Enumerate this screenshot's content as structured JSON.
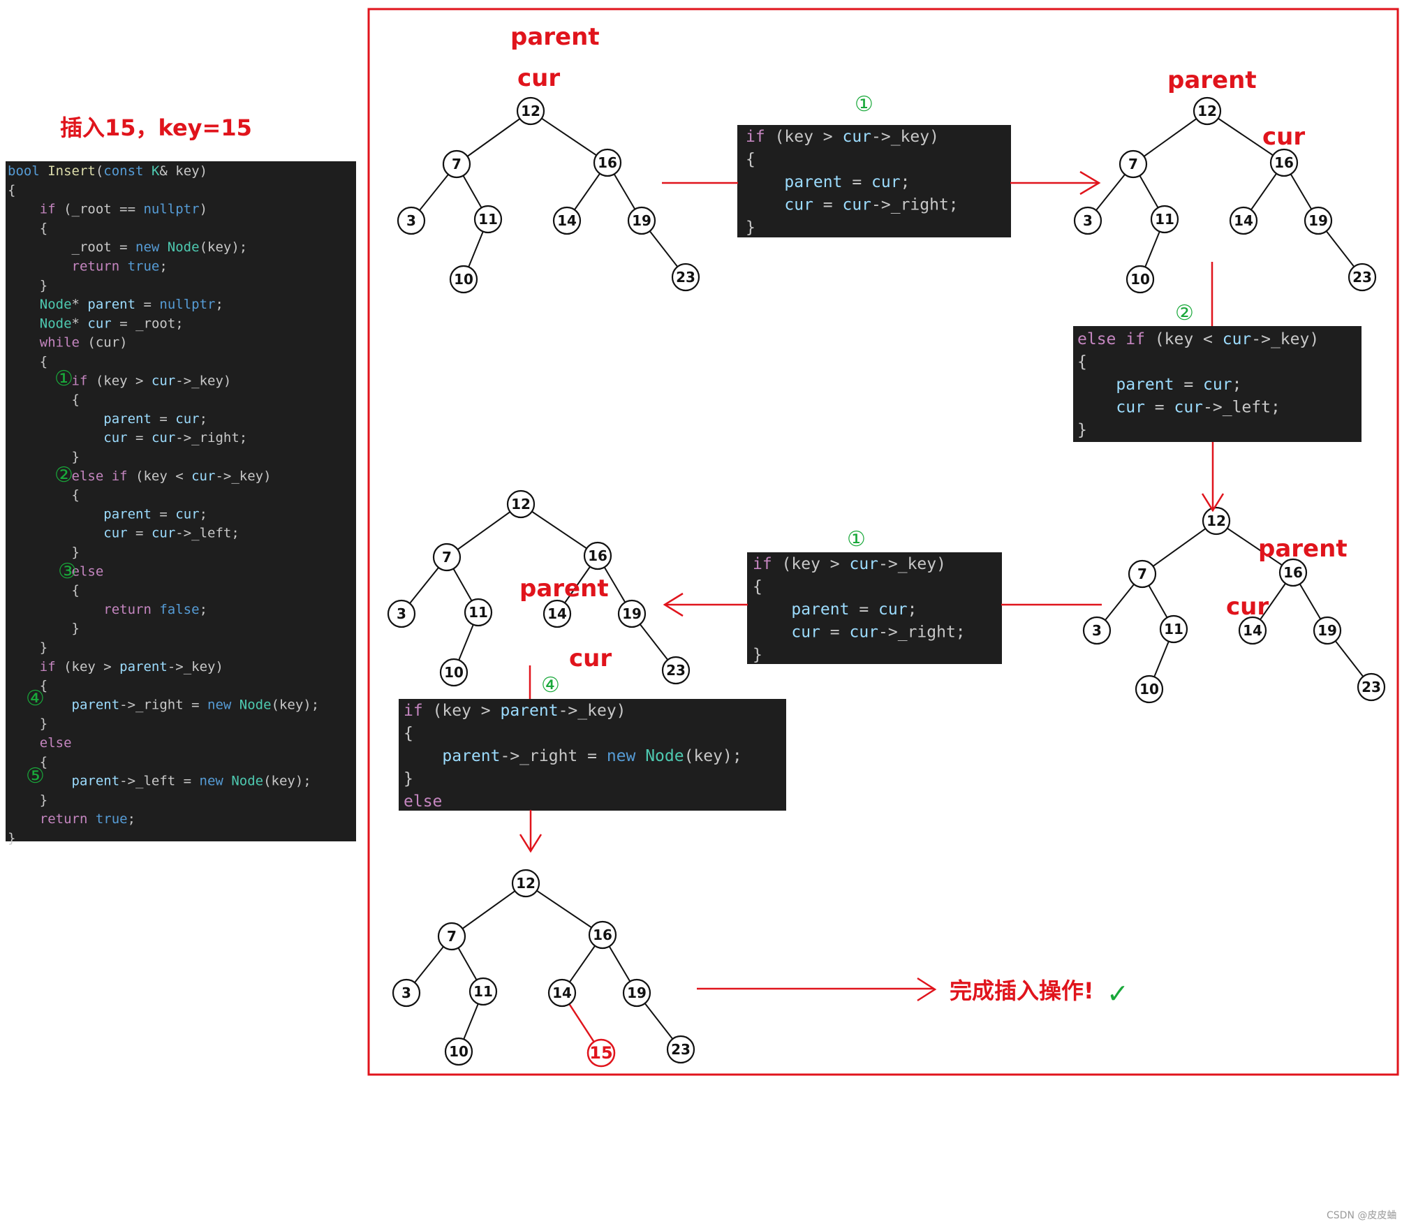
{
  "title": "插入15，key=15",
  "watermark": "CSDN @皮皮蛐",
  "complete_text": "完成插入操作!",
  "check_mark": "✓",
  "colors": {
    "red": "#e0141c",
    "green": "#19a83a",
    "code_bg": "#1e1e1e",
    "keyword": "#c586c0",
    "blue": "#569cd6",
    "type": "#4ec9b0",
    "fn": "#dcdcaa",
    "var": "#9cdcfe",
    "plain": "#c8c8c8"
  },
  "steps": {
    "s1": "①",
    "s2": "②",
    "s3": "③",
    "s4": "④",
    "s5": "⑤"
  },
  "labels": {
    "parent": "parent",
    "cur": "cur"
  },
  "trees": {
    "tree_nodes": [
      "12",
      "7",
      "16",
      "3",
      "11",
      "14",
      "19",
      "10",
      "23"
    ],
    "final_extra_node": "15"
  },
  "main_code": [
    [
      [
        "bool ",
        "blue"
      ],
      [
        "Insert",
        "fn"
      ],
      [
        "(",
        "plain"
      ],
      [
        "const ",
        "blue"
      ],
      [
        "K",
        "type"
      ],
      [
        "& key)",
        "plain"
      ]
    ],
    [
      [
        "{",
        "plain"
      ]
    ],
    [
      [
        "    ",
        "plain"
      ],
      [
        "if ",
        "keyword"
      ],
      [
        "(_root == ",
        "plain"
      ],
      [
        "nullptr",
        "blue"
      ],
      [
        ")",
        "plain"
      ]
    ],
    [
      [
        "    {",
        "plain"
      ]
    ],
    [
      [
        "        _root = ",
        "plain"
      ],
      [
        "new ",
        "blue"
      ],
      [
        "Node",
        "type"
      ],
      [
        "(key);",
        "plain"
      ]
    ],
    [
      [
        "        ",
        "plain"
      ],
      [
        "return ",
        "keyword"
      ],
      [
        "true",
        "blue"
      ],
      [
        ";",
        "plain"
      ]
    ],
    [
      [
        "    }",
        "plain"
      ]
    ],
    [
      [
        "    ",
        "plain"
      ],
      [
        "Node",
        "type"
      ],
      [
        "* ",
        "plain"
      ],
      [
        "parent",
        "var"
      ],
      [
        " = ",
        "plain"
      ],
      [
        "nullptr",
        "blue"
      ],
      [
        ";",
        "plain"
      ]
    ],
    [
      [
        "    ",
        "plain"
      ],
      [
        "Node",
        "type"
      ],
      [
        "* ",
        "plain"
      ],
      [
        "cur",
        "var"
      ],
      [
        " = _root;",
        "plain"
      ]
    ],
    [
      [
        "    ",
        "plain"
      ],
      [
        "while ",
        "keyword"
      ],
      [
        "(cur)",
        "plain"
      ]
    ],
    [
      [
        "    {",
        "plain"
      ]
    ],
    [
      [
        "        ",
        "plain"
      ],
      [
        "if ",
        "keyword"
      ],
      [
        "(key > ",
        "plain"
      ],
      [
        "cur",
        "var"
      ],
      [
        "->_key)",
        "plain"
      ]
    ],
    [
      [
        "        {",
        "plain"
      ]
    ],
    [
      [
        "            ",
        "plain"
      ],
      [
        "parent",
        "var"
      ],
      [
        " = ",
        "plain"
      ],
      [
        "cur",
        "var"
      ],
      [
        ";",
        "plain"
      ]
    ],
    [
      [
        "            ",
        "plain"
      ],
      [
        "cur",
        "var"
      ],
      [
        " = ",
        "plain"
      ],
      [
        "cur",
        "var"
      ],
      [
        "->_right;",
        "plain"
      ]
    ],
    [
      [
        "        }",
        "plain"
      ]
    ],
    [
      [
        "        ",
        "plain"
      ],
      [
        "else if ",
        "keyword"
      ],
      [
        "(key < ",
        "plain"
      ],
      [
        "cur",
        "var"
      ],
      [
        "->_key)",
        "plain"
      ]
    ],
    [
      [
        "        {",
        "plain"
      ]
    ],
    [
      [
        "            ",
        "plain"
      ],
      [
        "parent",
        "var"
      ],
      [
        " = ",
        "plain"
      ],
      [
        "cur",
        "var"
      ],
      [
        ";",
        "plain"
      ]
    ],
    [
      [
        "            ",
        "plain"
      ],
      [
        "cur",
        "var"
      ],
      [
        " = ",
        "plain"
      ],
      [
        "cur",
        "var"
      ],
      [
        "->_left;",
        "plain"
      ]
    ],
    [
      [
        "        }",
        "plain"
      ]
    ],
    [
      [
        "        ",
        "plain"
      ],
      [
        "else",
        "keyword"
      ]
    ],
    [
      [
        "        {",
        "plain"
      ]
    ],
    [
      [
        "            ",
        "plain"
      ],
      [
        "return ",
        "keyword"
      ],
      [
        "false",
        "blue"
      ],
      [
        ";",
        "plain"
      ]
    ],
    [
      [
        "        }",
        "plain"
      ]
    ],
    [
      [
        "    }",
        "plain"
      ]
    ],
    [
      [
        "    ",
        "plain"
      ],
      [
        "if ",
        "keyword"
      ],
      [
        "(key > ",
        "plain"
      ],
      [
        "parent",
        "var"
      ],
      [
        "->_key)",
        "plain"
      ]
    ],
    [
      [
        "    {",
        "plain"
      ]
    ],
    [
      [
        "        ",
        "plain"
      ],
      [
        "parent",
        "var"
      ],
      [
        "->_right = ",
        "plain"
      ],
      [
        "new ",
        "blue"
      ],
      [
        "Node",
        "type"
      ],
      [
        "(key);",
        "plain"
      ]
    ],
    [
      [
        "    }",
        "plain"
      ]
    ],
    [
      [
        "    ",
        "plain"
      ],
      [
        "else",
        "keyword"
      ]
    ],
    [
      [
        "    {",
        "plain"
      ]
    ],
    [
      [
        "        ",
        "plain"
      ],
      [
        "parent",
        "var"
      ],
      [
        "->_left = ",
        "plain"
      ],
      [
        "new ",
        "blue"
      ],
      [
        "Node",
        "type"
      ],
      [
        "(key);",
        "plain"
      ]
    ],
    [
      [
        "    }",
        "plain"
      ]
    ],
    [
      [
        "    ",
        "plain"
      ],
      [
        "return ",
        "keyword"
      ],
      [
        "true",
        "blue"
      ],
      [
        ";",
        "plain"
      ]
    ],
    [
      [
        "}",
        "plain"
      ]
    ]
  ],
  "snippet_right": [
    [
      [
        "if ",
        "keyword"
      ],
      [
        "(key > ",
        "plain"
      ],
      [
        "cur",
        "var"
      ],
      [
        "->_key)",
        "plain"
      ]
    ],
    [
      [
        "{",
        "plain"
      ]
    ],
    [
      [
        "    ",
        "plain"
      ],
      [
        "parent",
        "var"
      ],
      [
        " = ",
        "plain"
      ],
      [
        "cur",
        "var"
      ],
      [
        ";",
        "plain"
      ]
    ],
    [
      [
        "    ",
        "plain"
      ],
      [
        "cur",
        "var"
      ],
      [
        " = ",
        "plain"
      ],
      [
        "cur",
        "var"
      ],
      [
        "->_right;",
        "plain"
      ]
    ],
    [
      [
        "}",
        "plain"
      ]
    ]
  ],
  "snippet_left": [
    [
      [
        "else if ",
        "keyword"
      ],
      [
        "(key < ",
        "plain"
      ],
      [
        "cur",
        "var"
      ],
      [
        "->_key)",
        "plain"
      ]
    ],
    [
      [
        "{",
        "plain"
      ]
    ],
    [
      [
        "    ",
        "plain"
      ],
      [
        "parent",
        "var"
      ],
      [
        " = ",
        "plain"
      ],
      [
        "cur",
        "var"
      ],
      [
        ";",
        "plain"
      ]
    ],
    [
      [
        "    ",
        "plain"
      ],
      [
        "cur",
        "var"
      ],
      [
        " = ",
        "plain"
      ],
      [
        "cur",
        "var"
      ],
      [
        "->_left;",
        "plain"
      ]
    ],
    [
      [
        "}",
        "plain"
      ]
    ]
  ],
  "snippet_insert": [
    [
      [
        "if ",
        "keyword"
      ],
      [
        "(key > ",
        "plain"
      ],
      [
        "parent",
        "var"
      ],
      [
        "->_key)",
        "plain"
      ]
    ],
    [
      [
        "{",
        "plain"
      ]
    ],
    [
      [
        "    ",
        "plain"
      ],
      [
        "parent",
        "var"
      ],
      [
        "->_right = ",
        "plain"
      ],
      [
        "new ",
        "blue"
      ],
      [
        "Node",
        "type"
      ],
      [
        "(key);",
        "plain"
      ]
    ],
    [
      [
        "}",
        "plain"
      ]
    ],
    [
      [
        "else",
        "keyword"
      ]
    ]
  ]
}
